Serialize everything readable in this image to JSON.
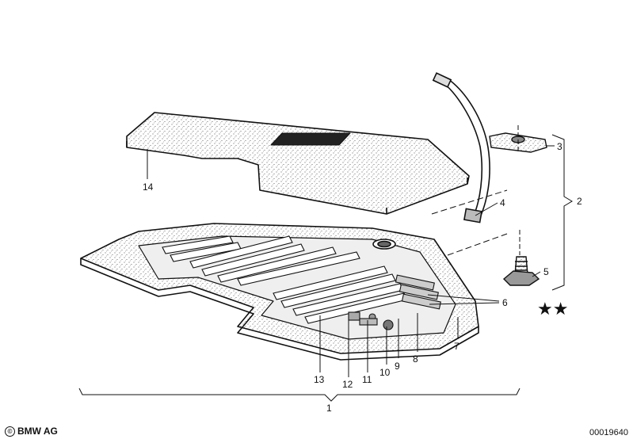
{
  "callouts": [
    {
      "id": "c1",
      "text": "1"
    },
    {
      "id": "c2",
      "text": "2"
    },
    {
      "id": "c3",
      "text": "3"
    },
    {
      "id": "c4",
      "text": "4"
    },
    {
      "id": "c5",
      "text": "5"
    },
    {
      "id": "c6",
      "text": "6"
    },
    {
      "id": "c7",
      "text": "7"
    },
    {
      "id": "c8",
      "text": "8"
    },
    {
      "id": "c9",
      "text": "9"
    },
    {
      "id": "c10",
      "text": "10"
    },
    {
      "id": "c11",
      "text": "11"
    },
    {
      "id": "c12",
      "text": "12"
    },
    {
      "id": "c13",
      "text": "13"
    },
    {
      "id": "c14",
      "text": "14"
    }
  ],
  "marker": {
    "text": "★★"
  },
  "footer": {
    "copyright_symbol": "©",
    "brand": "BMW AG",
    "diagram_number": "00019640"
  }
}
